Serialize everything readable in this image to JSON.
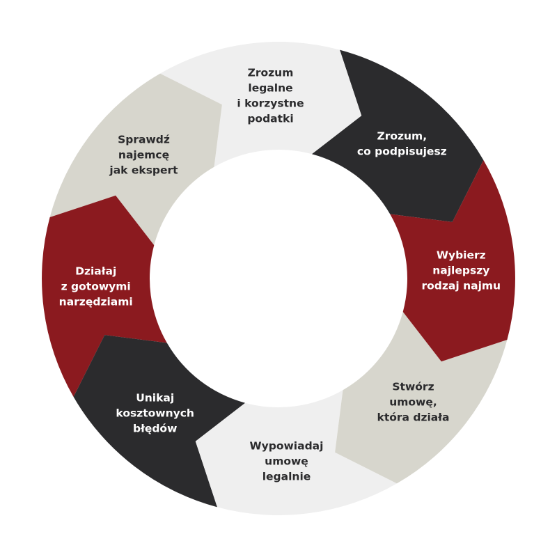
{
  "diagram": {
    "type": "cycle",
    "segments": [
      {
        "id": "wybierz",
        "lines": [
          "Wybierz",
          "najlepszy",
          "rodzaj najmu"
        ],
        "fill": "#8b1a1f",
        "text_color": "#ffffff"
      },
      {
        "id": "stworz",
        "lines": [
          "Stwórz",
          "umowę,",
          "która działa"
        ],
        "fill": "#d7d6cd",
        "text_color": "#2b2b2d"
      },
      {
        "id": "wypowiadaj",
        "lines": [
          "Wypowiadaj",
          "umowę",
          "legalnie"
        ],
        "fill": "#efefef",
        "text_color": "#2b2b2d"
      },
      {
        "id": "unikaj",
        "lines": [
          "Unikaj",
          "kosztownych",
          "błędów"
        ],
        "fill": "#2b2b2d",
        "text_color": "#ffffff"
      },
      {
        "id": "dzialaj",
        "lines": [
          "Działaj",
          "z gotowymi",
          "narzędziami"
        ],
        "fill": "#8b1a1f",
        "text_color": "#ffffff"
      },
      {
        "id": "sprawdz",
        "lines": [
          "Sprawdź",
          "najemcę",
          "jak ekspert"
        ],
        "fill": "#d7d6cd",
        "text_color": "#2b2b2d"
      },
      {
        "id": "zrozum-podatki",
        "lines": [
          "Zrozum",
          "legalne",
          "i korzystne",
          "podatki"
        ],
        "fill": "#efefef",
        "text_color": "#2b2b2d"
      },
      {
        "id": "zrozum-podpis",
        "lines": [
          "Zrozum,",
          "co podpisujesz"
        ],
        "fill": "#2b2b2d",
        "text_color": "#ffffff"
      }
    ]
  }
}
